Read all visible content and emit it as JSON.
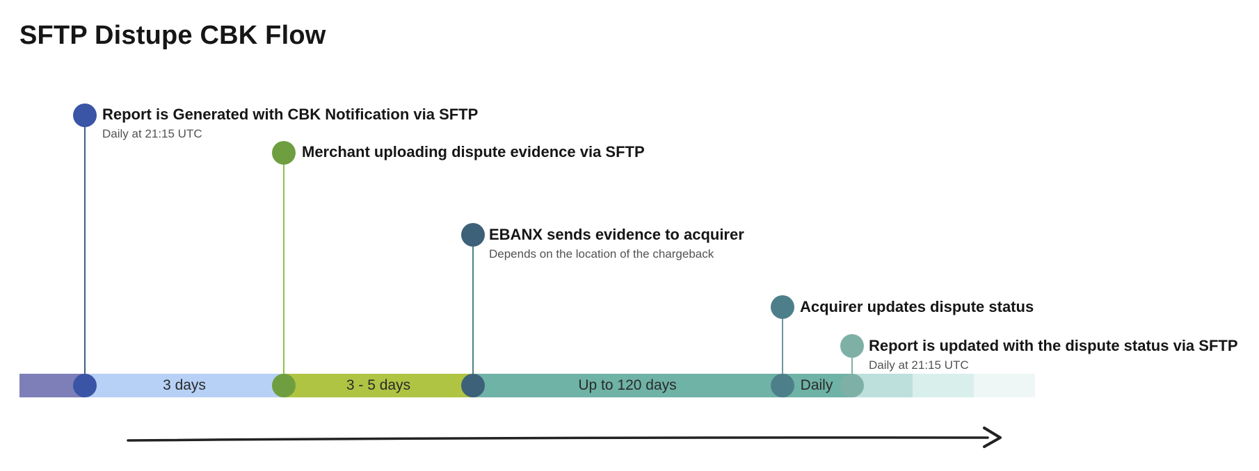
{
  "title": "SFTP Distupe CBK Flow",
  "colors": {
    "navy_blue": "#3a55a6",
    "green": "#6e9e3f",
    "dark_teal": "#3d6178",
    "teal": "#4d7f8a",
    "light_teal": "#7fb0a6",
    "bar_purple": "#7e7fb8",
    "bar_light_blue": "#b7d0f5",
    "bar_yellow_green": "#b0c444",
    "bar_teal": "#6fb2a6",
    "bar_pale_teal_1": "#bde0dc",
    "bar_pale_teal_2": "#d9efec",
    "bar_pale_teal_3": "#eef7f5"
  },
  "events": [
    {
      "title": "Report is Generated with CBK Notification via SFTP",
      "subtitle": "Daily at 21:15 UTC"
    },
    {
      "title": "Merchant uploading dispute evidence via SFTP",
      "subtitle": ""
    },
    {
      "title": "EBANX sends evidence to acquirer",
      "subtitle": "Depends on the location of the chargeback"
    },
    {
      "title": "Acquirer updates dispute status",
      "subtitle": ""
    },
    {
      "title": "Report is updated with the dispute status via SFTP",
      "subtitle": "Daily at 21:15 UTC"
    }
  ],
  "durations": [
    {
      "label": "3 days"
    },
    {
      "label": "3 - 5 days"
    },
    {
      "label": "Up to 120 days"
    },
    {
      "label": "Daily"
    }
  ],
  "arrow_icon": "right-arrow-icon"
}
